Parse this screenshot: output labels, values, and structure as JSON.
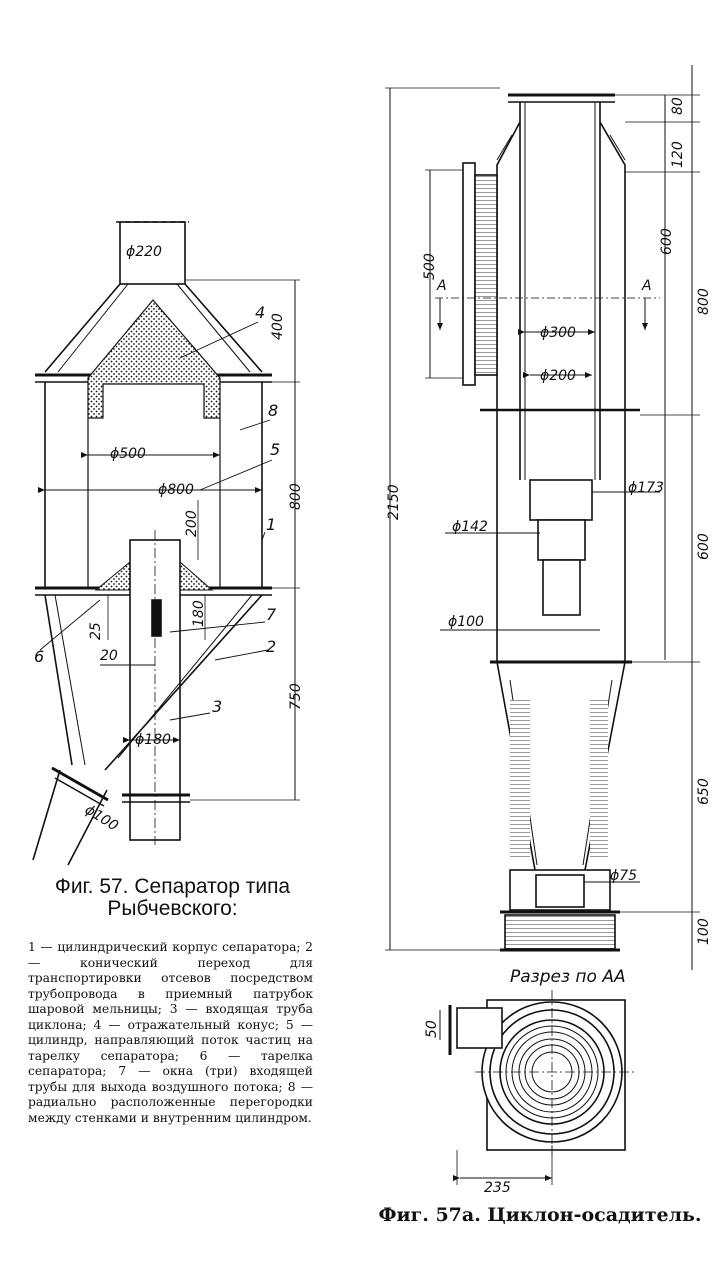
{
  "figure57": {
    "labels": {
      "d220": "ϕ220",
      "d500": "ϕ500",
      "d800": "ϕ800",
      "d180": "ϕ180",
      "d100": "ϕ100",
      "h400": "400",
      "h800": "800",
      "h750": "750",
      "h200": "200",
      "h180": "180",
      "w25": "25",
      "w20": "20",
      "n1": "1",
      "n2": "2",
      "n3": "3",
      "n4": "4",
      "n5": "5",
      "n6": "6",
      "n7": "7",
      "n8": "8"
    },
    "caption": "Фиг. 57. Сепаратор типа Рыбчевского:",
    "legend": "1 — цилиндрический корпус сепаратора; 2 — конический переход для транспортировки отсевов посредством трубопровода в приемный патрубок шаровой мельницы; 3 — входящая труба циклона; 4 — отражательный конус; 5 — цилиндр, направляющий поток частиц на тарелку сепаратора; 6 — тарелка сепаратора; 7 — окна (три) входящей трубы для выхода воздушного потока; 8 — радиально расположенные перегородки между стенками и внутренним цилиндром."
  },
  "figure57a": {
    "labels": {
      "h2150": "2150",
      "h120": "120",
      "h80": "80",
      "h600a": "600",
      "h800": "800",
      "h600b": "600",
      "h650": "650",
      "h100": "100",
      "h500": "500",
      "h50": "50",
      "d300": "ϕ300",
      "d200": "ϕ200",
      "d173": "ϕ173",
      "d142": "ϕ142",
      "d100": "ϕ100",
      "d75": "ϕ75",
      "w235": "235",
      "A1": "A",
      "A2": "A"
    },
    "section_title": "Разрез по АА",
    "caption": "Фиг. 57а. Циклон-осадитель."
  }
}
